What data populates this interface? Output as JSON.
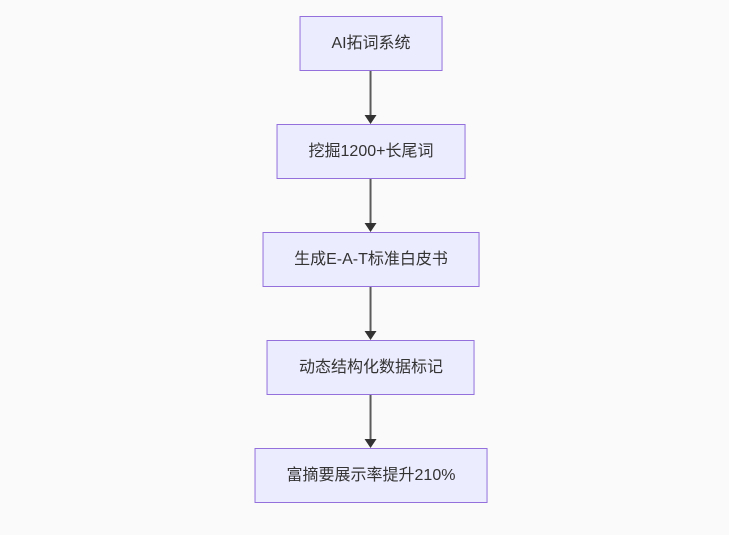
{
  "page": {
    "background": "#fafafa"
  },
  "flowchart": {
    "type": "flowchart",
    "direction": "top-down",
    "colors": {
      "node_fill": "#ECECFF",
      "node_border": "#9370DB",
      "edge_line": "#5b5b5b",
      "arrow_head": "#333333",
      "text": "#333333"
    },
    "nodes": [
      {
        "label": "AI拓词系统"
      },
      {
        "label": "挖掘1200+长尾词"
      },
      {
        "label": "生成E-A-T标准白皮书"
      },
      {
        "label": "动态结构化数据标记"
      },
      {
        "label": "富摘要展示率提升210%"
      }
    ],
    "edges": [
      {
        "from": 0,
        "to": 1
      },
      {
        "from": 1,
        "to": 2
      },
      {
        "from": 2,
        "to": 3
      },
      {
        "from": 3,
        "to": 4
      }
    ]
  }
}
